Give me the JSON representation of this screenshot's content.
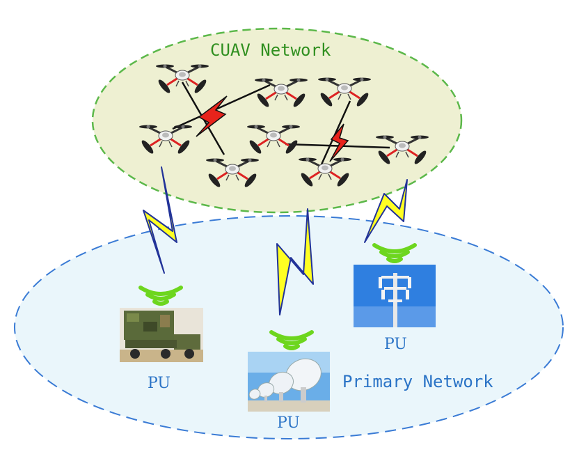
{
  "cuav_network": {
    "label": "CUAV Network"
  },
  "primary_network": {
    "label": "Primary Network"
  },
  "primary_users": [
    {
      "label": "PU",
      "image": "military-radar-truck"
    },
    {
      "label": "PU",
      "image": "satellite-dish-array"
    },
    {
      "label": "PU",
      "image": "cell-tower"
    }
  ],
  "colors": {
    "cuav_fill": "#eef0d2",
    "cuav_border": "#5cb84a",
    "cuav_text": "#2f8f1f",
    "primary_fill": "#eaf6fb",
    "primary_border": "#3a7bd5",
    "primary_text": "#2a73c6",
    "bolt_yellow": "#ffff22",
    "bolt_red": "#e8231b",
    "wifi_green": "#6dd61e"
  }
}
